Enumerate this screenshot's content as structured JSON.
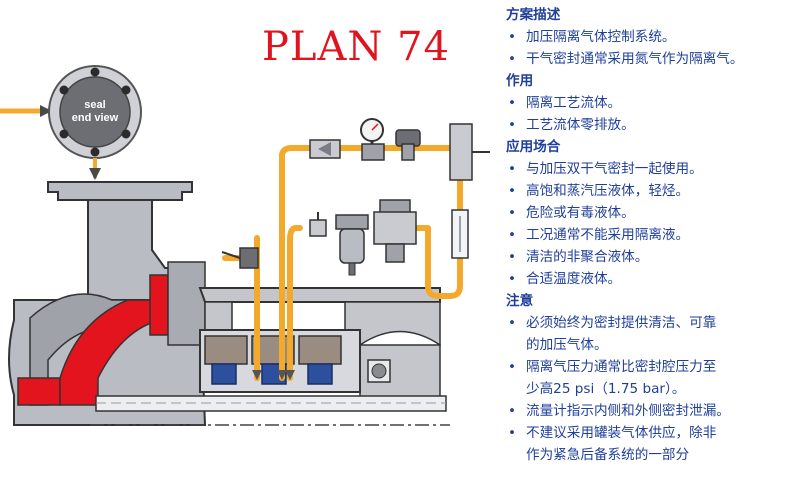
{
  "title": "PLAN 74",
  "diagram": {
    "seal_label_line1": "seal",
    "seal_label_line2": "end view"
  },
  "colors": {
    "title_red": "#e0141e",
    "text_blue": "#1f3f9a",
    "pipe_orange": "#f2a92c",
    "flow_red": "#e3141d",
    "casing_gray": "#b9bcc3",
    "seal_blue": "#2c4f9e"
  },
  "sections": [
    {
      "heading": "方案描述",
      "items": [
        "加压隔离气体控制系统。",
        "干气密封通常采用氮气作为隔离气。"
      ]
    },
    {
      "heading": "作用",
      "items": [
        "隔离工艺流体。",
        "工艺流体零排放。"
      ]
    },
    {
      "heading": "应用场合",
      "items": [
        "与加压双干气密封一起使用。",
        "高饱和蒸汽压液体，轻烃。",
        "危险或有毒液体。",
        "工况通常不能采用隔离液。",
        "清洁的非聚合液体。",
        "合适温度液体。"
      ]
    },
    {
      "heading": "注意",
      "items": [
        [
          "必须始终为密封提供清洁、可靠",
          "的加压气体。"
        ],
        [
          "隔离气压力通常比密封腔压力至",
          "少高25 psi（1.75 bar）。"
        ],
        "流量计指示内侧和外侧密封泄漏。",
        [
          "不建议采用罐装气体供应，除非",
          "作为紧急后备系统的一部分"
        ]
      ]
    }
  ]
}
